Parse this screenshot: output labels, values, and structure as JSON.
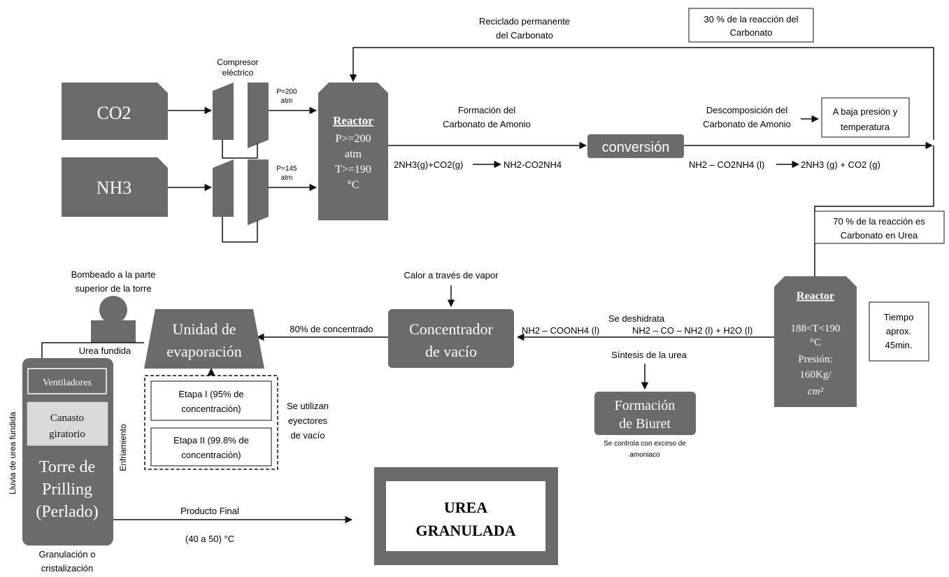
{
  "colors": {
    "box_fill": "#6b6b6b",
    "box_text": "#ffffff",
    "line": "#111111",
    "light_box": "#d9d9d9"
  },
  "inputs": {
    "co2": "CO2",
    "nh3": "NH3"
  },
  "compressor": {
    "line1": "Compresor",
    "line2": "eléctrico"
  },
  "pressures": {
    "co2_p": "P=200",
    "co2_unit": "atm",
    "nh3_p": "P=145",
    "nh3_unit": "atm"
  },
  "reactor1": {
    "title": "Reactor",
    "line1": "P>=200",
    "line2": "atm",
    "line3": "T>=190",
    "line4": "°C"
  },
  "recycle": {
    "line1": "Reciclado permanente",
    "line2": "del Carbonato"
  },
  "recycle_note": {
    "line1": "30 % de la reacción del",
    "line2": "Carbonato"
  },
  "formation": {
    "line1": "Formación del",
    "line2": "Carbonato de Amonio"
  },
  "eq1": {
    "left": "2NH3(g)+CO2(g)",
    "right": "NH2-CO2NH4"
  },
  "conversion": {
    "label": "conversión"
  },
  "decomposition": {
    "line1": "Descomposición del",
    "line2": "Carbonato de Amonio"
  },
  "low_pressure": {
    "line1": "A baja presión y",
    "line2": "temperatura"
  },
  "eq2": {
    "left": "NH2 – CO2NH4 (l)",
    "right": "2NH3 (g) + CO2 (g)"
  },
  "note70": {
    "line1": "70 % de la reacción es",
    "line2": "Carbonato en Urea"
  },
  "reactor2": {
    "title": "Reactor",
    "line1": "188<T<190",
    "line2": "°C",
    "line3": "Presión:",
    "line4": "160Kg/",
    "line5": "cm²"
  },
  "time": {
    "line1": "Tiempo",
    "line2": "aprox.",
    "line3": "45min."
  },
  "dehydrate": {
    "label": "Se deshidrata",
    "left": "NH2 – COONH4 (l)",
    "right": "NH2 – CO – NH2 (l) + H2O (l)"
  },
  "synthesis": {
    "label": "Síntesis de la urea"
  },
  "biuret": {
    "line1": "Formación",
    "line2": "de Biuret",
    "note1": "Se controla con exceso de",
    "note2": "amoniaco"
  },
  "heat": {
    "label": "Calor a través de vapor"
  },
  "concentrator": {
    "line1": "Concentrador",
    "line2": "de vacío"
  },
  "concentrate80": {
    "label": "80% de concentrado"
  },
  "evaporation": {
    "line1": "Unidad de",
    "line2": "evaporación"
  },
  "stage1": {
    "line1": "Etapa I (95% de",
    "line2": "concentración)"
  },
  "stage2": {
    "line1": "Etapa II (99.8% de",
    "line2": "concentración)"
  },
  "ejectors": {
    "line1": "Se utilizan",
    "line2": "eyectores",
    "line3": "de vacío"
  },
  "pump": {
    "line1": "Bombeado a la parte",
    "line2": "superior de la torre"
  },
  "molten": {
    "label": "Urea fundida"
  },
  "tower": {
    "fans": "Ventiladores",
    "basket1": "Canasto",
    "basket2": "giratorio",
    "name1": "Torre de",
    "name2": "Prilling",
    "name3": "(Perlado)"
  },
  "rain": {
    "label": "Lluvia de urea fundida"
  },
  "cooling": {
    "label": "Enfriamiento"
  },
  "granulation": {
    "line1": "Granulación o",
    "line2": "cristalización"
  },
  "final": {
    "label": "Producto Final",
    "temp": "(40 a 50) °C"
  },
  "product": {
    "line1": "UREA",
    "line2": "GRANULADA"
  }
}
